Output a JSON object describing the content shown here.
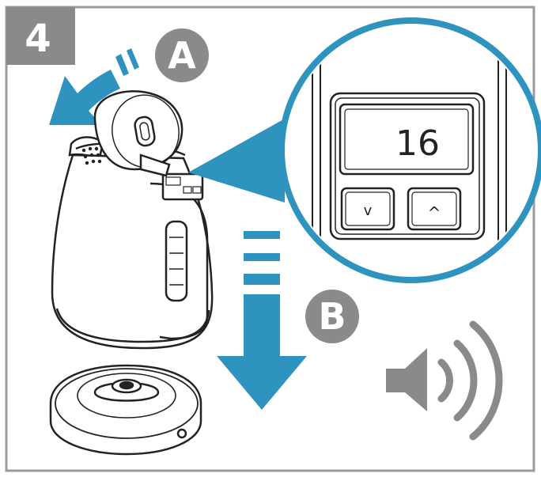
{
  "step": {
    "number": "4"
  },
  "labels": {
    "a": "A",
    "b": "B"
  },
  "display": {
    "temperature": "16",
    "down_button": "v",
    "up_button": "^"
  },
  "icons": {
    "arrow_a": "curved-arrow-left-icon",
    "arrow_b": "arrow-down-icon",
    "sound": "speaker-icon"
  },
  "colors": {
    "accent_blue": "#2f93bf",
    "badge_gray": "#8a8a8a",
    "frame_gray": "#9b9b9b",
    "outline": "#222222"
  }
}
